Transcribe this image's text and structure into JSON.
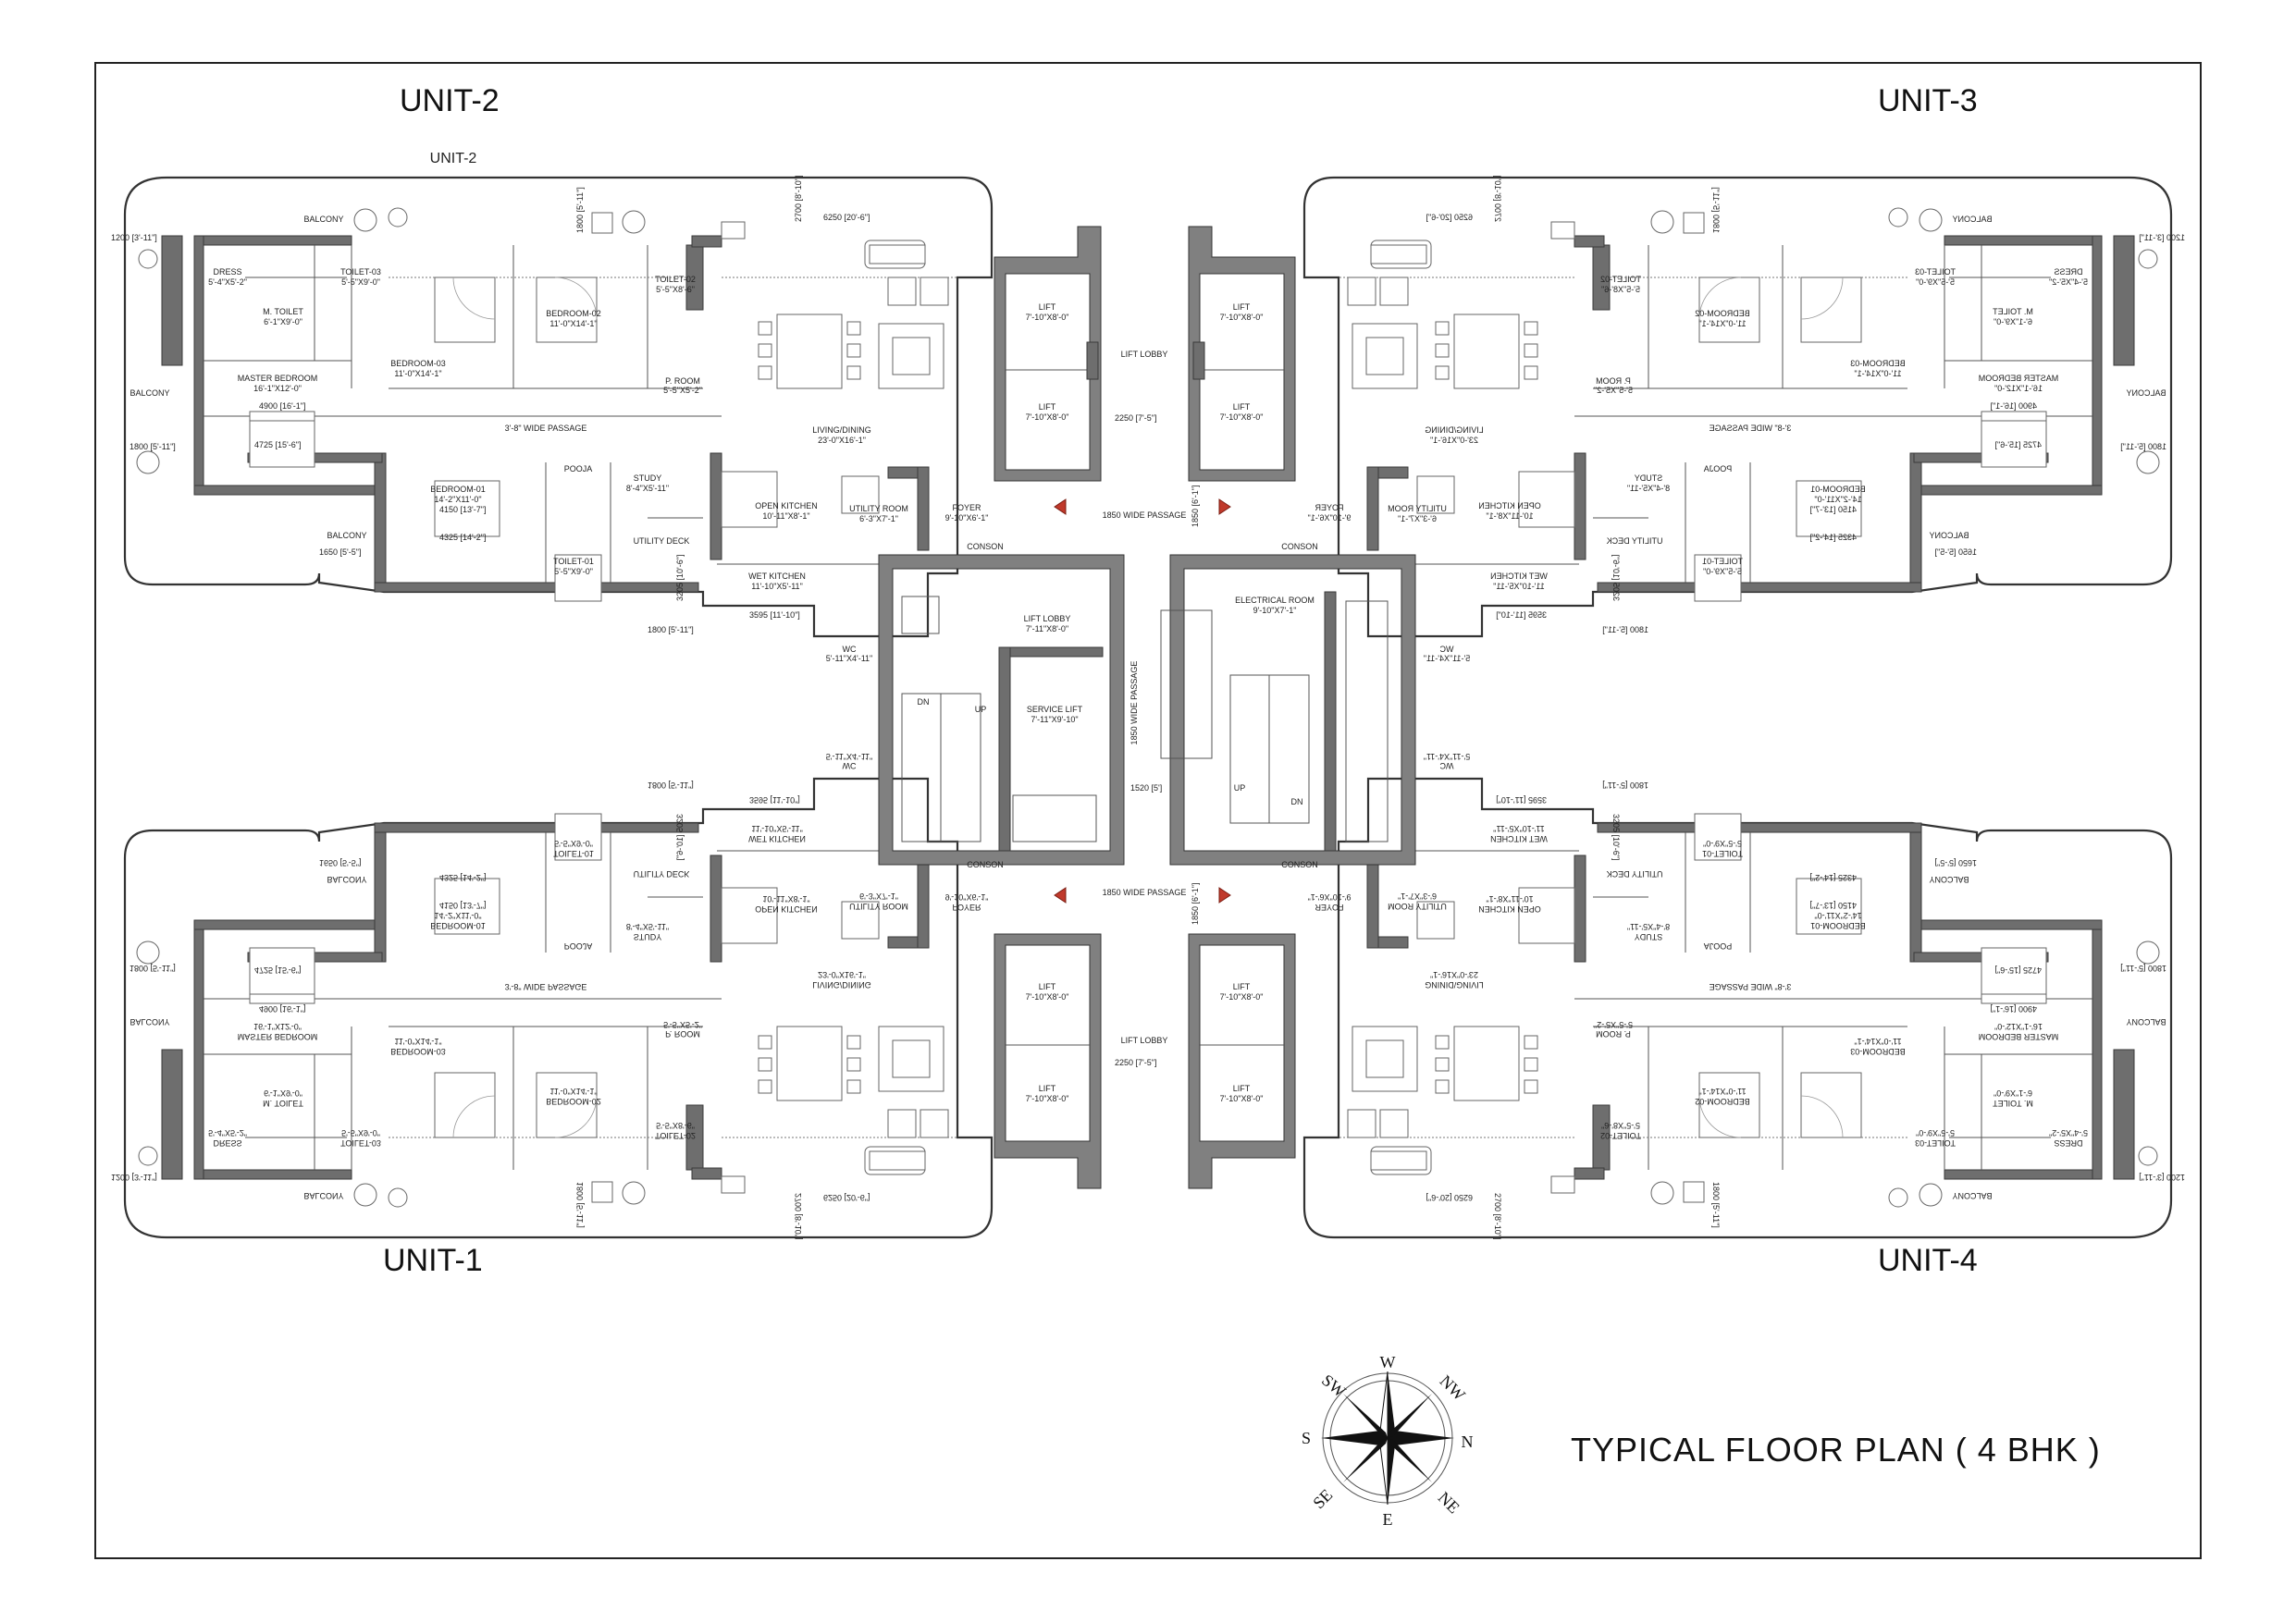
{
  "units": {
    "unit_2": "UNIT-2",
    "unit_3": "UNIT-3",
    "unit_1": "UNIT-1",
    "unit_4": "UNIT-4",
    "sub_label": "UNIT-2"
  },
  "title": "TYPICAL FLOOR PLAN ( 4 BHK )",
  "compass": {
    "n": "N",
    "s": "S",
    "e": "E",
    "w": "W",
    "ne": "NE",
    "nw": "NW",
    "se": "SE",
    "sw": "SW"
  },
  "rooms": {
    "balcony": "BALCONY",
    "dress": "DRESS",
    "dress_size": "5'-4\"X5'-2\"",
    "m_toilet": "M. TOILET",
    "m_toilet_size": "6'-1\"X9'-0\"",
    "toilet_03": "TOILET-03",
    "toilet_03_size": "5'-5\"X9'-0\"",
    "master_bedroom": "MASTER BEDROOM",
    "master_bedroom_size": "16'-1\"X12'-0\"",
    "bedroom_03": "BEDROOM-03",
    "bedroom_03_size": "11'-0\"X14'-1\"",
    "bedroom_02": "BEDROOM-02",
    "bedroom_02_size": "11'-0\"X14'-1\"",
    "toilet_02": "TOILET-02",
    "toilet_02_size": "5'-5\"X8'-6\"",
    "p_room": "P. ROOM",
    "p_room_size": "5'-5\"X5'-2\"",
    "living_dining": "LIVING/DINING",
    "living_dining_size": "23'-0\"X16'-1\"",
    "passage": "3'-8\" WIDE PASSAGE",
    "bedroom_01": "BEDROOM-01",
    "bedroom_01_size": "14'-2\"X11'-0\"",
    "pooja": "POOJA",
    "study": "STUDY",
    "study_size": "8'-4\"X5'-11\"",
    "toilet_01": "TOILET-01",
    "toilet_01_size": "5'-5\"X9'-0\"",
    "utility_deck": "UTILITY DECK",
    "open_kitchen": "OPEN KITCHEN",
    "open_kitchen_size": "10'-11\"X8'-1\"",
    "utility_room": "UTILITY ROOM",
    "utility_room_size": "6'-3\"X7'-1\"",
    "wet_kitchen": "WET KITCHEN",
    "wet_kitchen_size": "11'-10\"X5'-11\"",
    "foyer": "FOYER",
    "foyer_size": "9'-10\"X6'-1\"",
    "wc": "WC",
    "wc_size": "5'-11\"X4'-11\""
  },
  "core": {
    "lift": "LIFT",
    "lift_size_a": "7'-10\"X8'-0\"",
    "lift_size_b": "7'-10\"X8'-0\"",
    "lift_lobby": "LIFT LOBBY",
    "lift_lobby_2": "LIFT LOBBY",
    "lift_lobby_2_size": "7'-11\"X8'-0\"",
    "service_lift": "SERVICE LIFT",
    "service_lift_size": "7'-11\"X9'-10\"",
    "electrical_room": "ELECTRICAL ROOM",
    "electrical_room_size": "9'-10\"X7'-1\"",
    "wide_passage": "1850 WIDE PASSAGE",
    "wide_passage_v": "1850 WIDE PASSAGE",
    "dn": "DN",
    "up": "UP",
    "lift_gap": "2250 [7'-5\"]",
    "stair_gap": "1520 [5']",
    "conson": "CONSON"
  },
  "dims": {
    "d1200": "1200 [3'-11\"]",
    "d1800": "1800 [5'-11\"]",
    "d1650": "1650 [5'-5\"]",
    "d4900": "4900 [16'-1\"]",
    "d4725": "4725 [15'-6\"]",
    "d4150": "4150 [13'-7\"]",
    "d4325": "4325 [14'-2\"]",
    "d3595": "3595 [11'-10\"]",
    "d3205": "3205 [10'-6\"]",
    "d6250": "6250 [20'-6\"]",
    "d2700": "2700 [8'-10\"]",
    "d1850": "1850 [6'-1\"]"
  }
}
